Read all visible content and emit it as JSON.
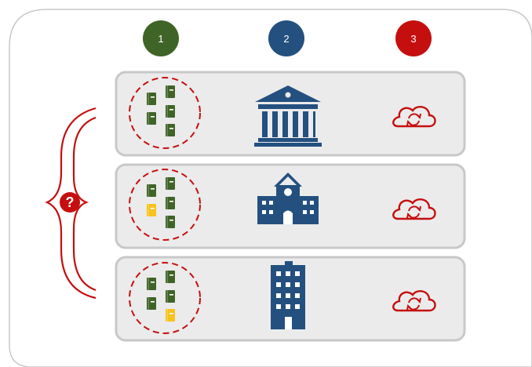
{
  "steps": [
    {
      "number": "1",
      "color": "#3f6427"
    },
    {
      "number": "2",
      "color": "#23507f"
    },
    {
      "number": "3",
      "color": "#c50f0f"
    }
  ],
  "question_badge": {
    "symbol": "?",
    "color": "#c50f0f"
  },
  "rows": [
    {
      "books": [
        "green",
        "green",
        "green",
        "green",
        "green"
      ],
      "building_icon": "courthouse-icon",
      "cloud_icon": "cloud-sync-icon"
    },
    {
      "books": [
        "green",
        "green",
        "yellow",
        "green",
        "green"
      ],
      "building_icon": "school-icon",
      "cloud_icon": "cloud-sync-icon"
    },
    {
      "books": [
        "green",
        "green",
        "green",
        "green",
        "yellow"
      ],
      "building_icon": "office-tower-icon",
      "cloud_icon": "cloud-sync-icon"
    }
  ],
  "colors": {
    "book_green": "#3f6427",
    "book_yellow": "#f7c21b",
    "building_blue": "#23507f",
    "accent_red": "#c50f0f",
    "row_fill": "#ebebeb",
    "row_border": "#c8c8c8",
    "frame_border": "#c8c8c8"
  }
}
